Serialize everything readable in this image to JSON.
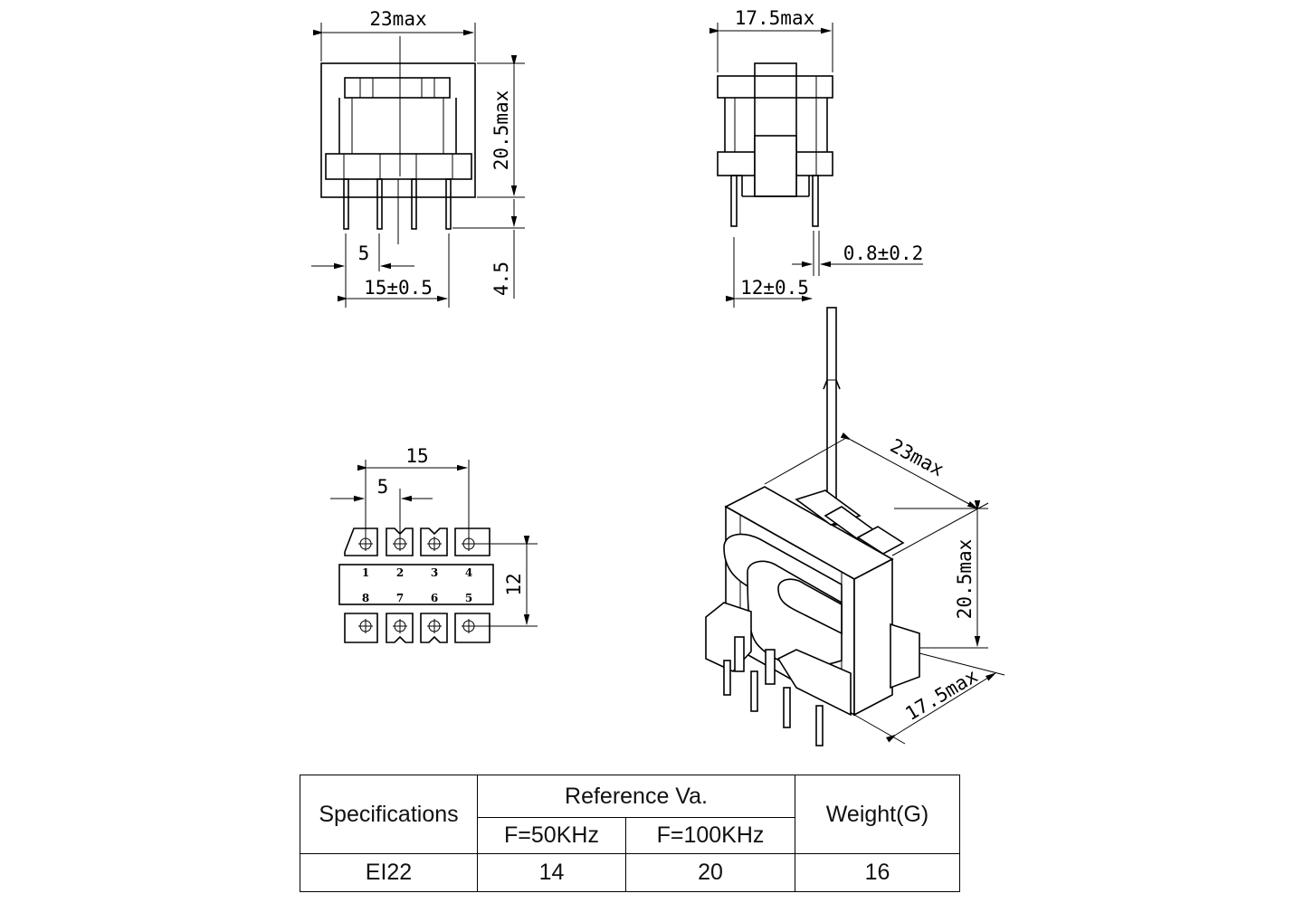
{
  "front_view": {
    "width_label": "23max",
    "height_label": "20.5max",
    "pin_length_label": "4.5",
    "pin_pitch_label": "5",
    "pin_span_label": "15±0.5"
  },
  "side_view": {
    "width_label": "17.5max",
    "pin_dia_label": "0.8±0.2",
    "row_span_label": "12±0.5"
  },
  "bottom_view": {
    "span_label": "15",
    "pitch_label": "5",
    "row_label": "12",
    "pins_top": [
      "1",
      "2",
      "3",
      "4"
    ],
    "pins_bottom": [
      "8",
      "7",
      "6",
      "5"
    ]
  },
  "iso_view": {
    "width_label": "23max",
    "height_label": "20.5max",
    "depth_label": "17.5max"
  },
  "table": {
    "specifications_header": "Specifications",
    "reference_header": "Reference Va.",
    "f50_header": "F=50KHz",
    "f100_header": "F=100KHz",
    "weight_header": "Weight(G)",
    "rows": [
      {
        "spec": "EI22",
        "f50": "14",
        "f100": "20",
        "weight": "16"
      }
    ]
  }
}
